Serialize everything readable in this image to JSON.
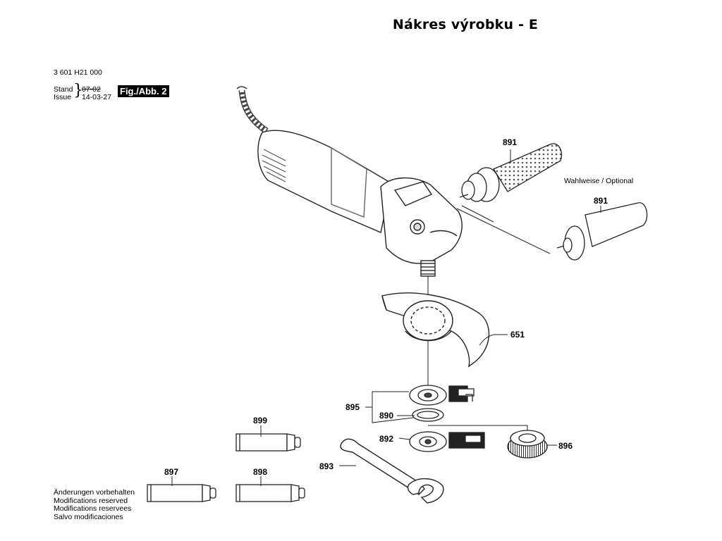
{
  "title": "Nákres výrobku - E",
  "header": {
    "part_number": "3 601 H21 000",
    "stand_label": "Stand",
    "issue_label": "Issue",
    "stand_date": "07-02",
    "issue_date": "14-03-27",
    "fig_label": "Fig./Abb. 2"
  },
  "optional_note": "Wahlweise / Optional",
  "parts": {
    "p891a": "891",
    "p891b": "891",
    "p651": "651",
    "p895": "895",
    "p890": "890",
    "p892": "892",
    "p896": "896",
    "p893": "893",
    "p899": "899",
    "p897": "897",
    "p898": "898"
  },
  "modifications": [
    "Änderungen vorbehalten",
    "Modifications reserved",
    "Modifications reservees",
    "Salvo modificaciones"
  ]
}
